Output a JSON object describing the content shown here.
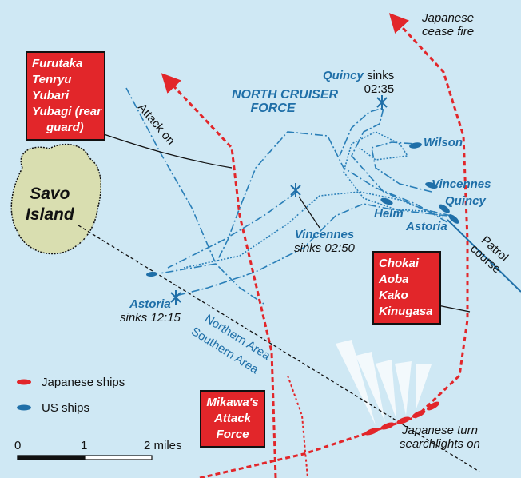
{
  "island": {
    "line1": "Savo",
    "line2": "Island"
  },
  "force_label": {
    "line1": "NORTH CRUISER",
    "line2": "FORCE"
  },
  "japanese_boxes": {
    "northwest": [
      "Furutaka",
      "Tenryu",
      "Yubari",
      "Yubagi (rear",
      "guard)"
    ],
    "southeast": [
      "Chokai",
      "Aoba",
      "Kako",
      "Kinugasa"
    ],
    "attack_force": [
      "Mikawa's",
      "Attack",
      "Force"
    ]
  },
  "annotations": {
    "cease_fire": [
      "Japanese",
      "cease fire"
    ],
    "attack_on": "Attack on",
    "searchlights": [
      "Japanese turn",
      "searchlights on"
    ],
    "patrol_course": [
      "Patrol",
      "course"
    ],
    "northern_area": "Northern Area",
    "southern_area": "Southern Area"
  },
  "ships": {
    "quincy_sinks": {
      "name": "Quincy",
      "event": " sinks",
      "time": "02:35"
    },
    "vincennes_sinks": {
      "name": "Vincennes",
      "event": "sinks 02:50"
    },
    "astoria_sinks": {
      "name": "Astoria",
      "event": "sinks 12:15"
    },
    "wilson": "Wilson",
    "vincennes": "Vincennes",
    "quincy": "Quincy",
    "helm": "Helm",
    "astoria": "Astoria"
  },
  "legend": {
    "japanese": "Japanese ships",
    "us": "US ships"
  },
  "scale": {
    "ticks": [
      "0",
      "1",
      "2 miles"
    ]
  },
  "colors": {
    "sea": "#cfe8f4",
    "island": "#d9deb0",
    "japanese": "#e2262a",
    "us": "#1f6fa8"
  }
}
